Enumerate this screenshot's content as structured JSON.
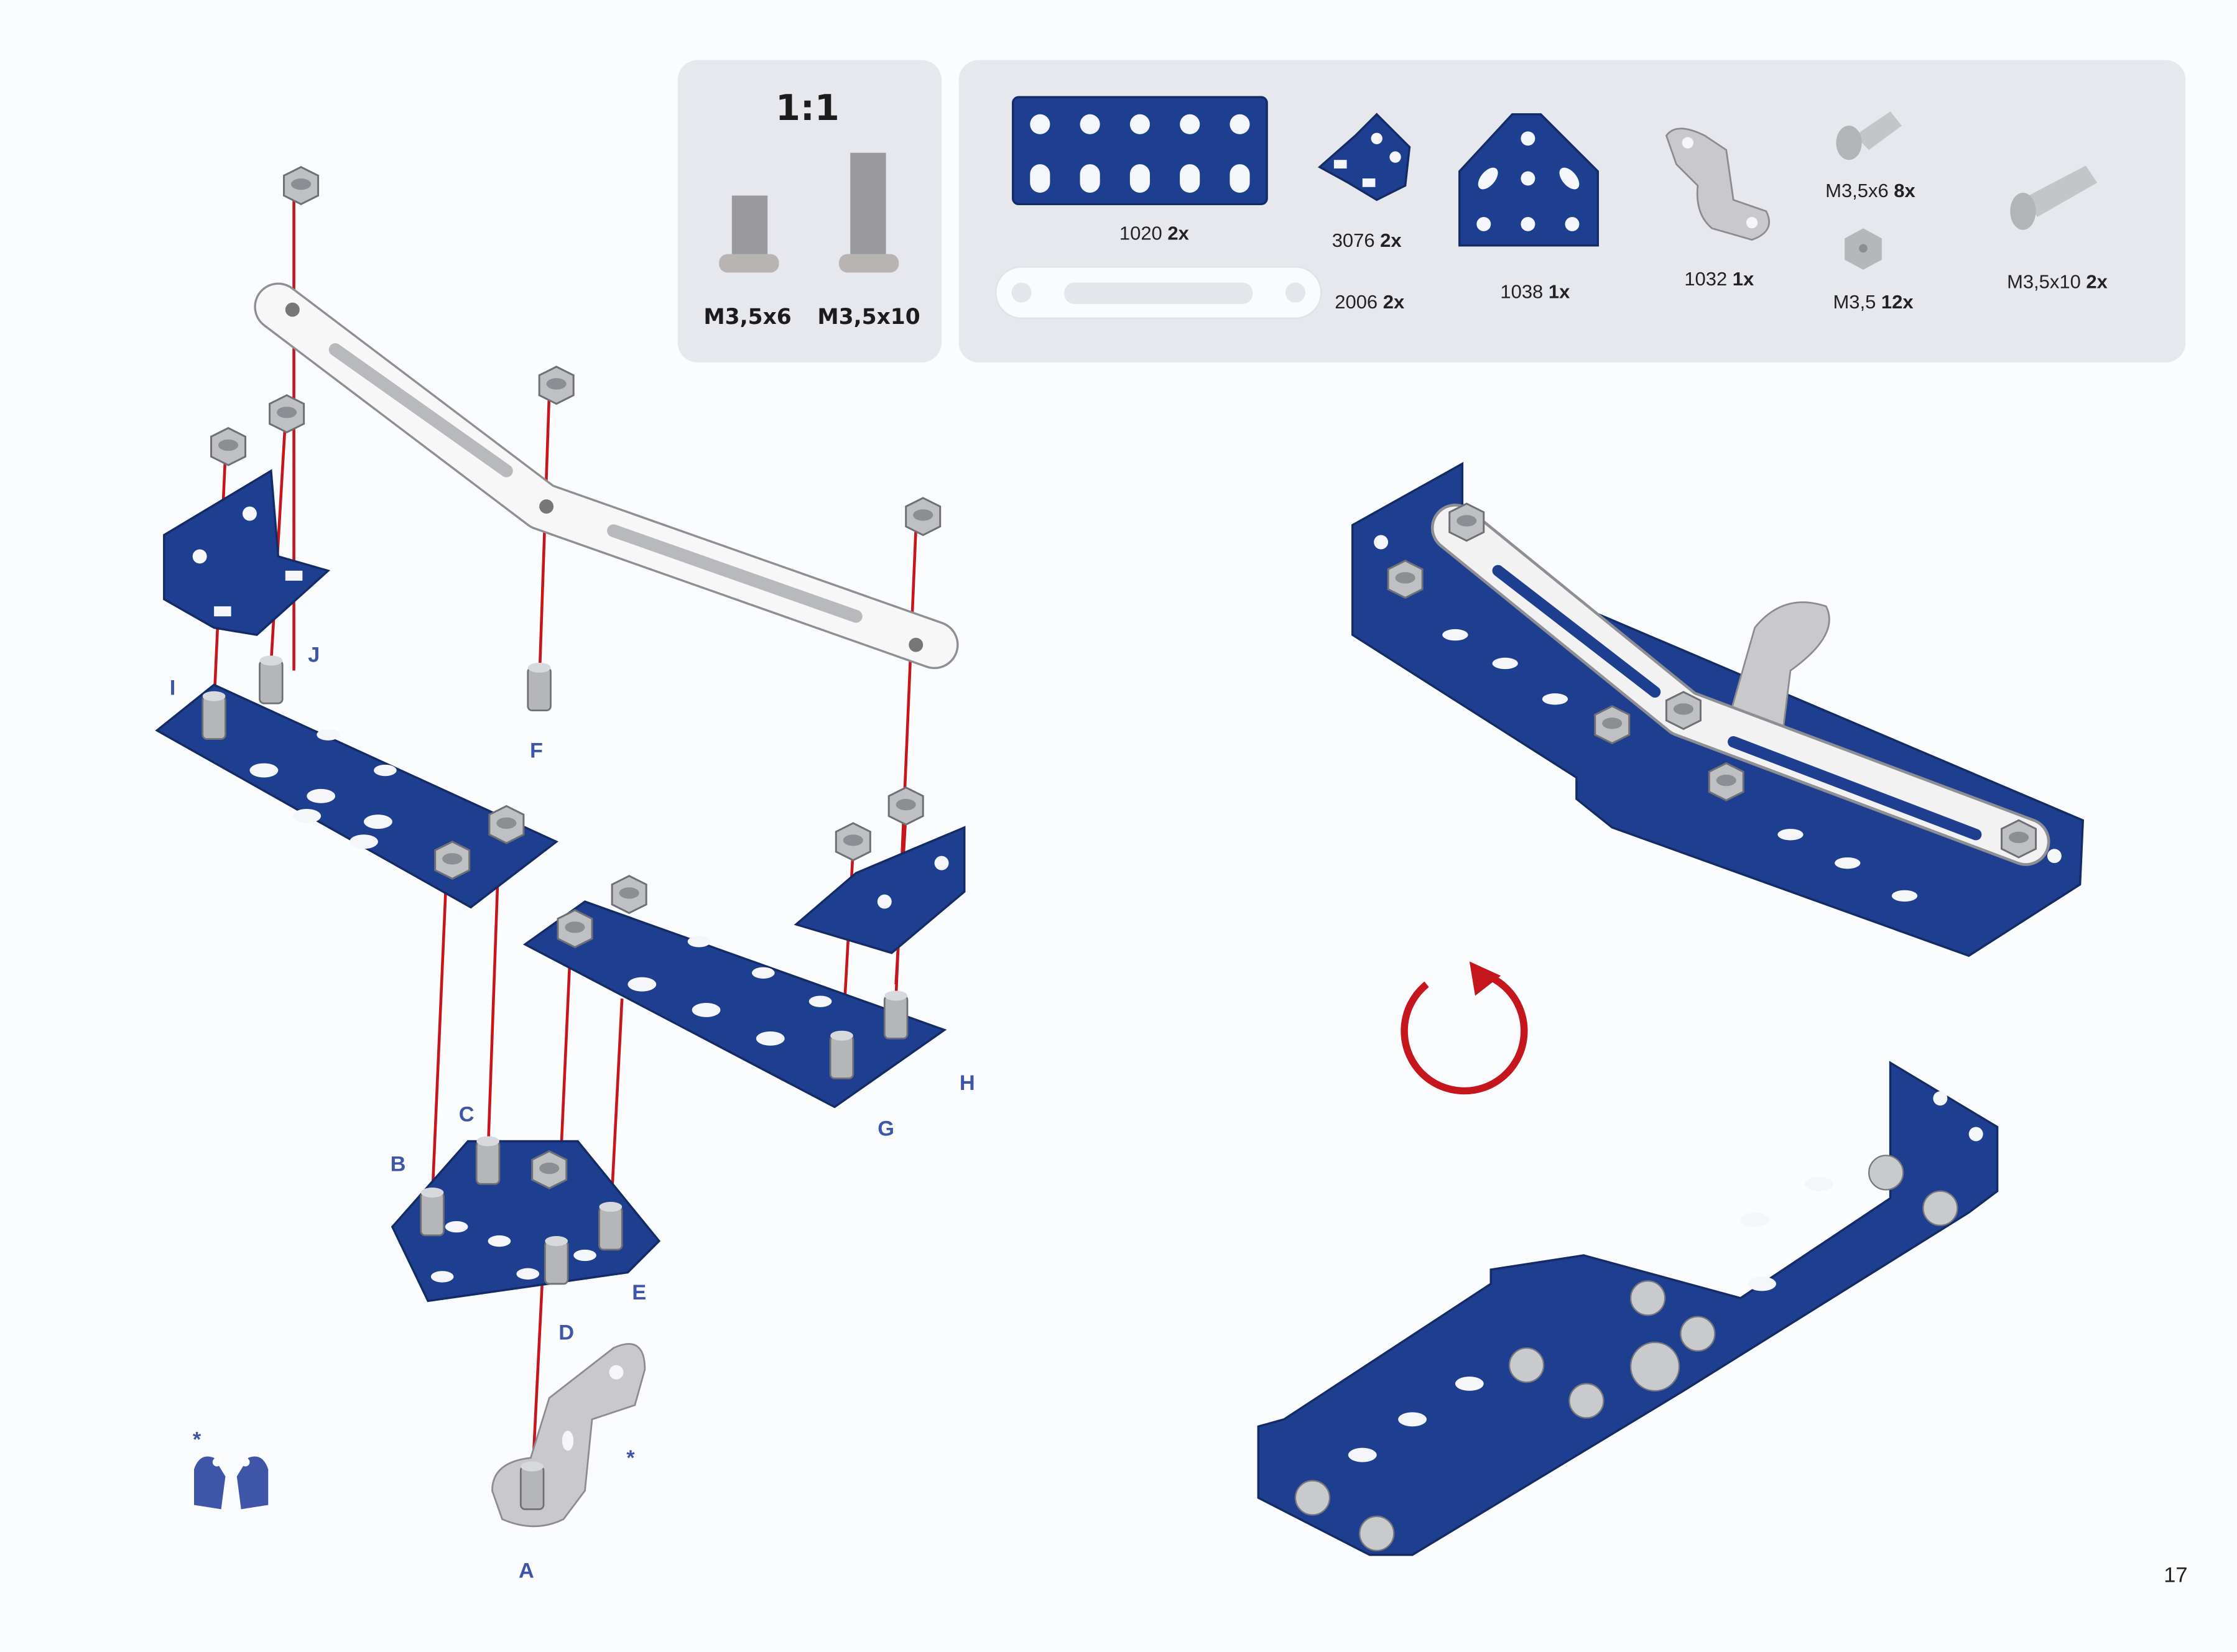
{
  "scale_box": {
    "title": "1:1",
    "screws": [
      "M3,5x6",
      "M3,5x10"
    ]
  },
  "parts": [
    {
      "code": "1020",
      "qty": "2x"
    },
    {
      "code": "2006",
      "qty": "2x"
    },
    {
      "code": "3076",
      "qty": "2x"
    },
    {
      "code": "1038",
      "qty": "1x"
    },
    {
      "code": "1032",
      "qty": "1x"
    },
    {
      "code": "M3,5x6",
      "qty": "8x"
    },
    {
      "code": "M3,5",
      "qty": "12x"
    },
    {
      "code": "M3,5x10",
      "qty": "2x"
    }
  ],
  "step_labels": {
    "A": "A",
    "B": "B",
    "C": "C",
    "D": "D",
    "E": "E",
    "F": "F",
    "G": "G",
    "H": "H",
    "I": "I",
    "J": "J"
  },
  "asterisk": "*",
  "page_number": "17",
  "colors": {
    "plate_blue": "#1e3f8f",
    "label_blue": "#3f56a8",
    "guide_red": "#c4161c",
    "panel_gray": "#e6e8ee"
  }
}
